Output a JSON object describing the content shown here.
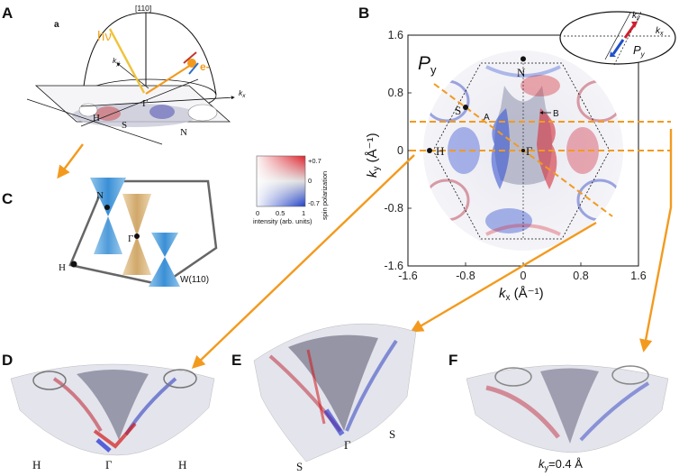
{
  "figure": {
    "panels": {
      "A": {
        "label": "A",
        "sublabel": "a",
        "hv": "hν",
        "direction": "[110]",
        "electron": "e-",
        "ky": "k",
        "ky_sub": "y",
        "kx": "k",
        "kx_sub": "x",
        "points": [
          "Γ",
          "H",
          "S",
          "N"
        ]
      },
      "B": {
        "label": "B",
        "pol_label": "P",
        "pol_sub": "y",
        "points": [
          "N",
          "S",
          "H",
          "Γ"
        ],
        "cut_labels": [
          "A",
          "B"
        ],
        "inset": {
          "ky": "k",
          "ky_sub": "y",
          "kx": "k",
          "kx_sub": "x",
          "P": "P",
          "P_sub": "y"
        }
      },
      "C": {
        "label": "C",
        "surface": "W(110)",
        "points": [
          "N",
          "Γ",
          "H"
        ]
      },
      "D": {
        "label": "D",
        "points": [
          "H",
          "Γ",
          "H"
        ]
      },
      "E": {
        "label": "E",
        "points": [
          "S",
          "Γ",
          "S"
        ]
      },
      "F": {
        "label": "F",
        "ky_label": "k",
        "ky_sub": "y",
        "ky_value": "=0.4 Å"
      }
    },
    "colorbar": {
      "top_value": "+0.7",
      "mid_value": "0",
      "bottom_value": "-0.7",
      "x_ticks": [
        "0",
        "0.5",
        "1"
      ],
      "x_label": "intensity (arb. units)",
      "y_label": "spin polarization",
      "colors": {
        "positive": "#e0202a",
        "negative": "#2040c8",
        "neutral": "#ffffff",
        "dark": "#555555"
      }
    },
    "chart_data": {
      "type": "heatmap",
      "xlabel": "k",
      "xlabel_sub": "x",
      "xlabel_unit": " (Å⁻¹)",
      "ylabel": "k",
      "ylabel_sub": "y",
      "ylabel_unit": " (Å⁻¹)",
      "xlim": [
        -1.6,
        1.6
      ],
      "ylim": [
        -1.6,
        1.6
      ],
      "x_ticks": [
        "-1.6",
        "-0.8",
        "0",
        "0.8",
        "1.6"
      ],
      "y_ticks": [
        "1.6",
        "0.8",
        "0",
        "-0.8",
        "-1.6"
      ],
      "x_tick_values": [
        -1.6,
        -0.8,
        0,
        0.8,
        1.6
      ],
      "y_tick_values": [
        1.6,
        0.8,
        0,
        -0.8,
        -1.6
      ],
      "cut_ky_values": [
        0,
        0.4
      ],
      "high_symmetry_points": [
        {
          "name": "N",
          "kx": 0,
          "ky": 1.27
        },
        {
          "name": "S",
          "kx": -0.8,
          "ky": 0.6
        },
        {
          "name": "H",
          "kx": -1.3,
          "ky": 0
        },
        {
          "name": "Γ",
          "kx": 0,
          "ky": 0
        }
      ],
      "accent_color": "#f39a1e"
    }
  }
}
